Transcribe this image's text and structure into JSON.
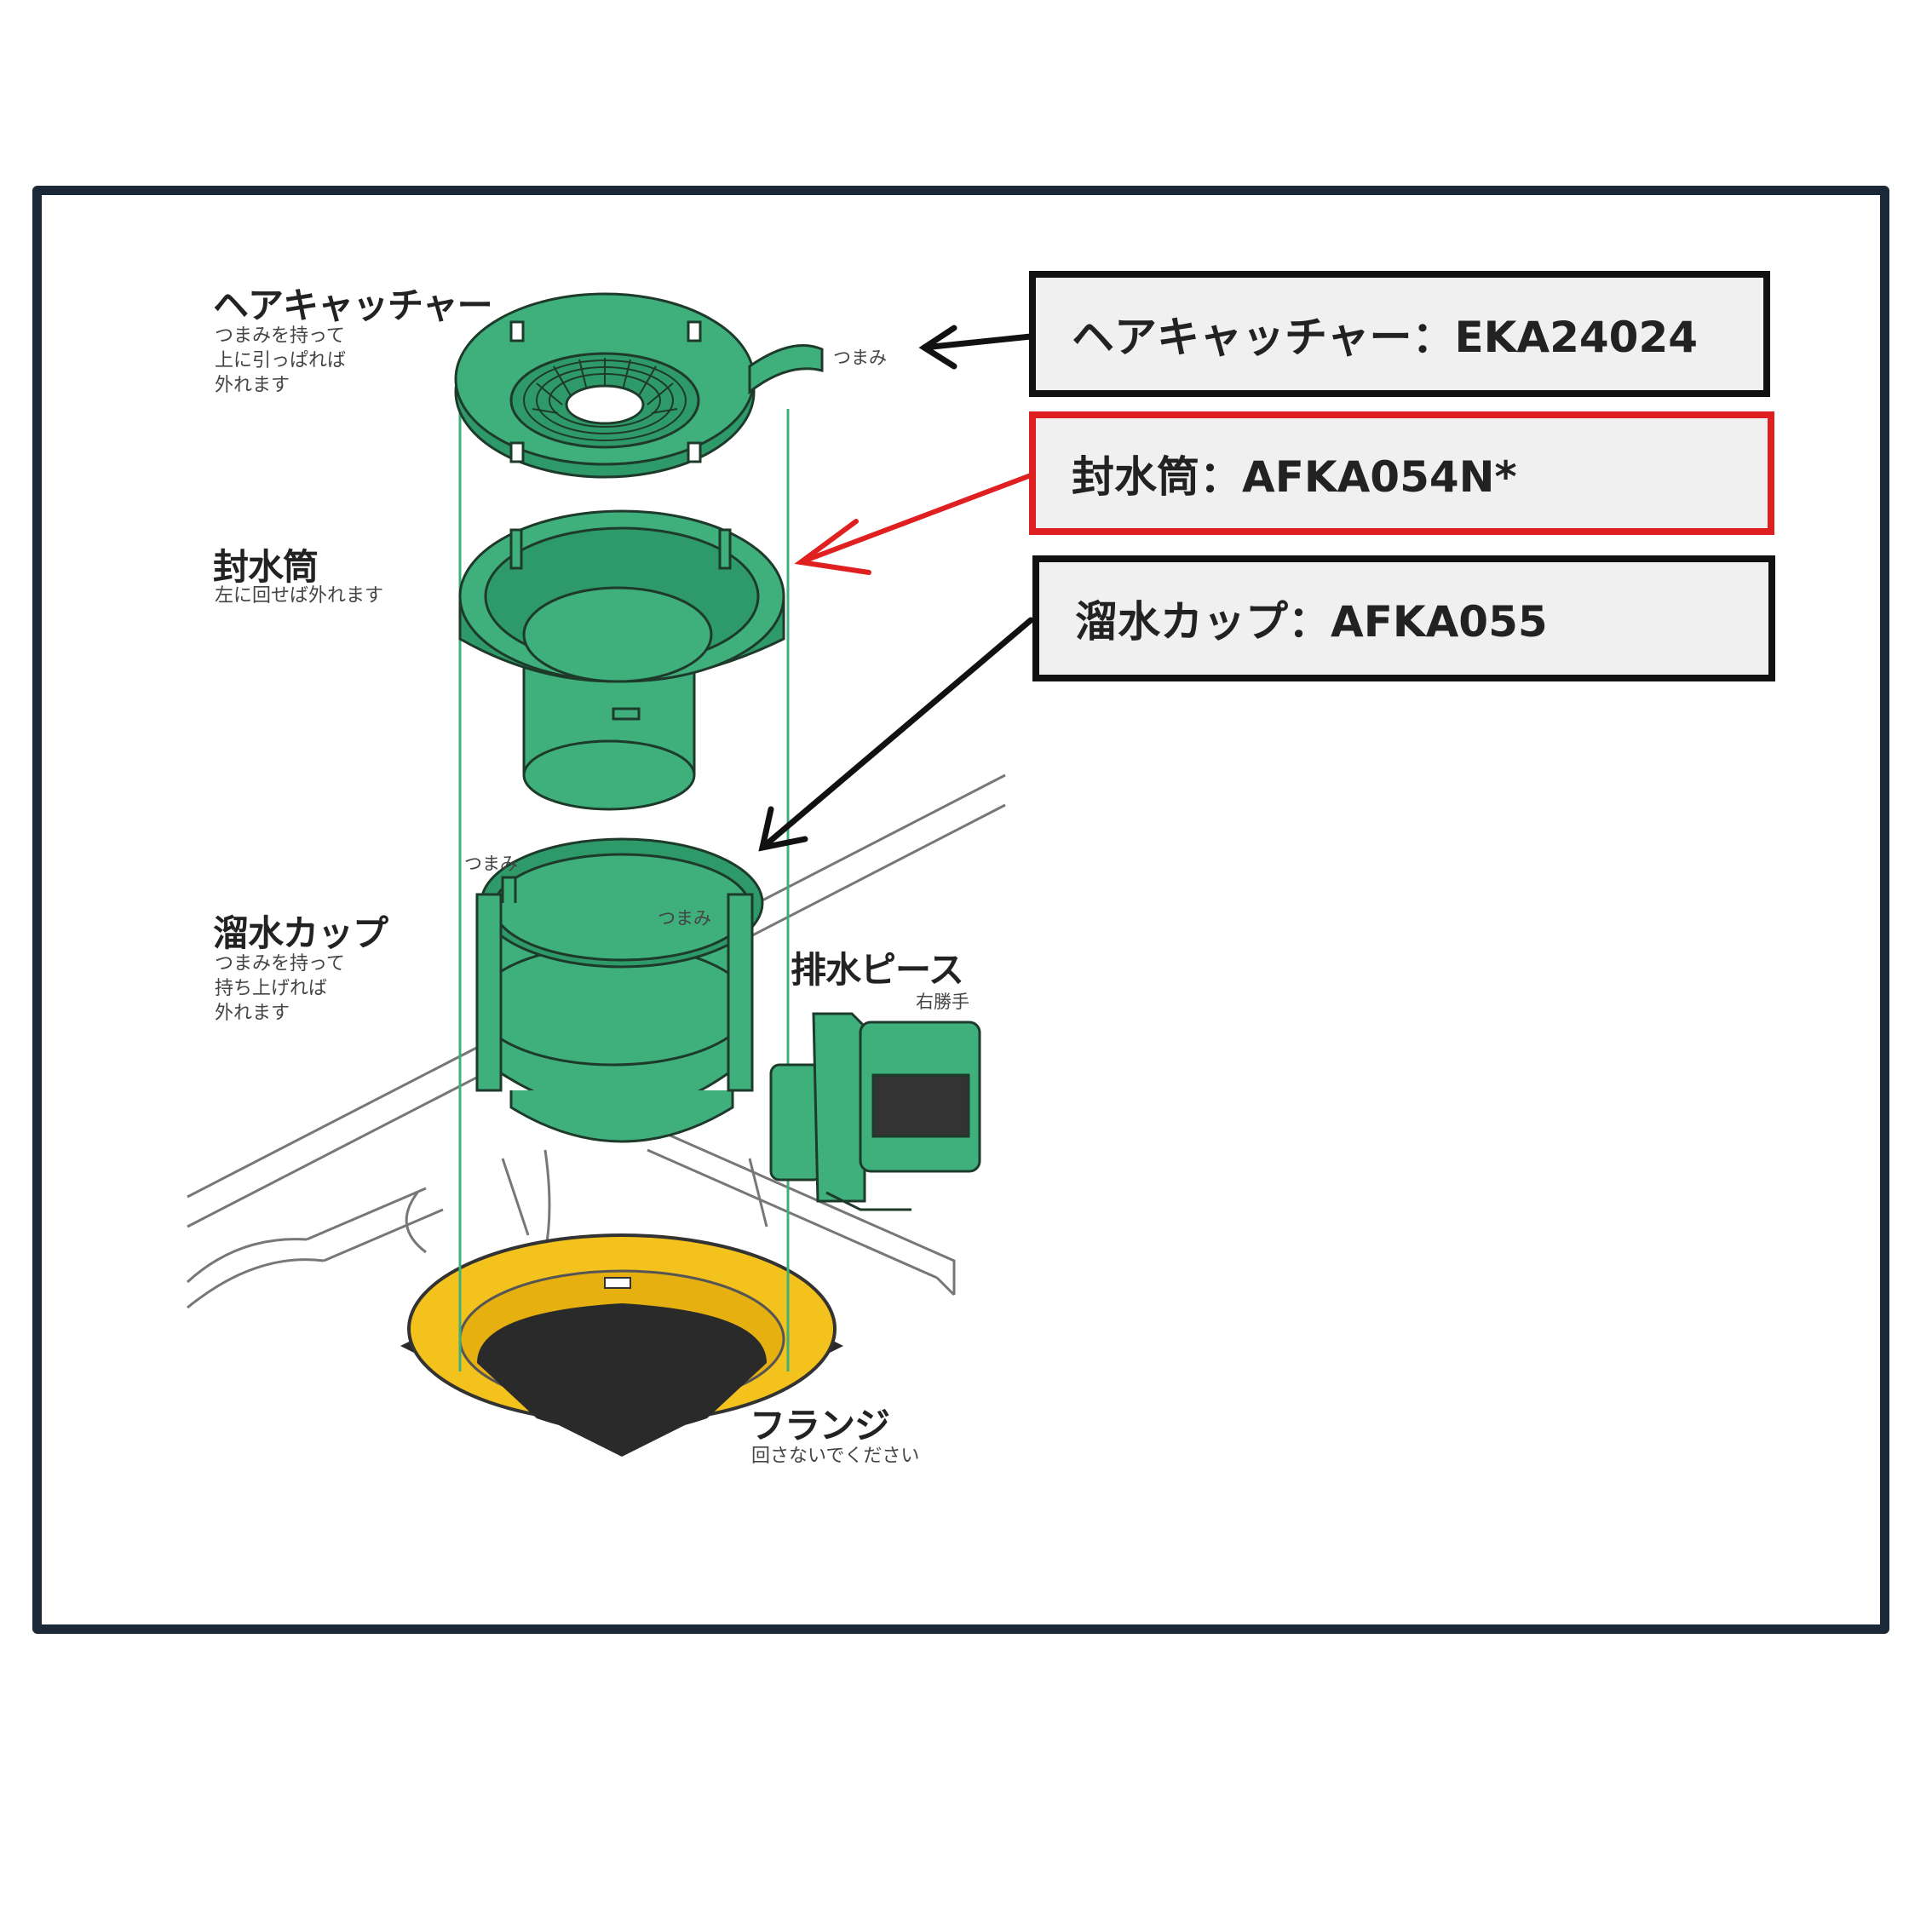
{
  "diagram": {
    "parts": [
      {
        "title": "ヘアキャッチャー",
        "notes": [
          "つまみを持って",
          "上に引っぱれば",
          "外れます"
        ]
      },
      {
        "title": "封水筒",
        "notes": [
          "左に回せば外れます"
        ]
      },
      {
        "title": "溜水カップ",
        "notes": [
          "つまみを持って",
          "持ち上げれば",
          "外れます"
        ]
      },
      {
        "title": "排水ピース",
        "notes": [
          "右勝手"
        ]
      },
      {
        "title": "フランジ",
        "notes": [
          "回さないでください"
        ]
      }
    ],
    "knob_labels": [
      "つまみ",
      "つまみ",
      "つまみ"
    ]
  },
  "callouts": [
    {
      "text": "ヘアキャッチャー：EKA24024",
      "border_color": "#111111"
    },
    {
      "text": "封水筒：AFKA054N*",
      "border_color": "#e02020",
      "highlighted": true
    },
    {
      "text": "溜水カップ：AFKA055",
      "border_color": "#111111"
    }
  ],
  "colors": {
    "part_green": "#3fb07c",
    "flange_yellow": "#f3c21c",
    "frame_navy": "#1b2838",
    "arrow_red": "#e02020"
  }
}
